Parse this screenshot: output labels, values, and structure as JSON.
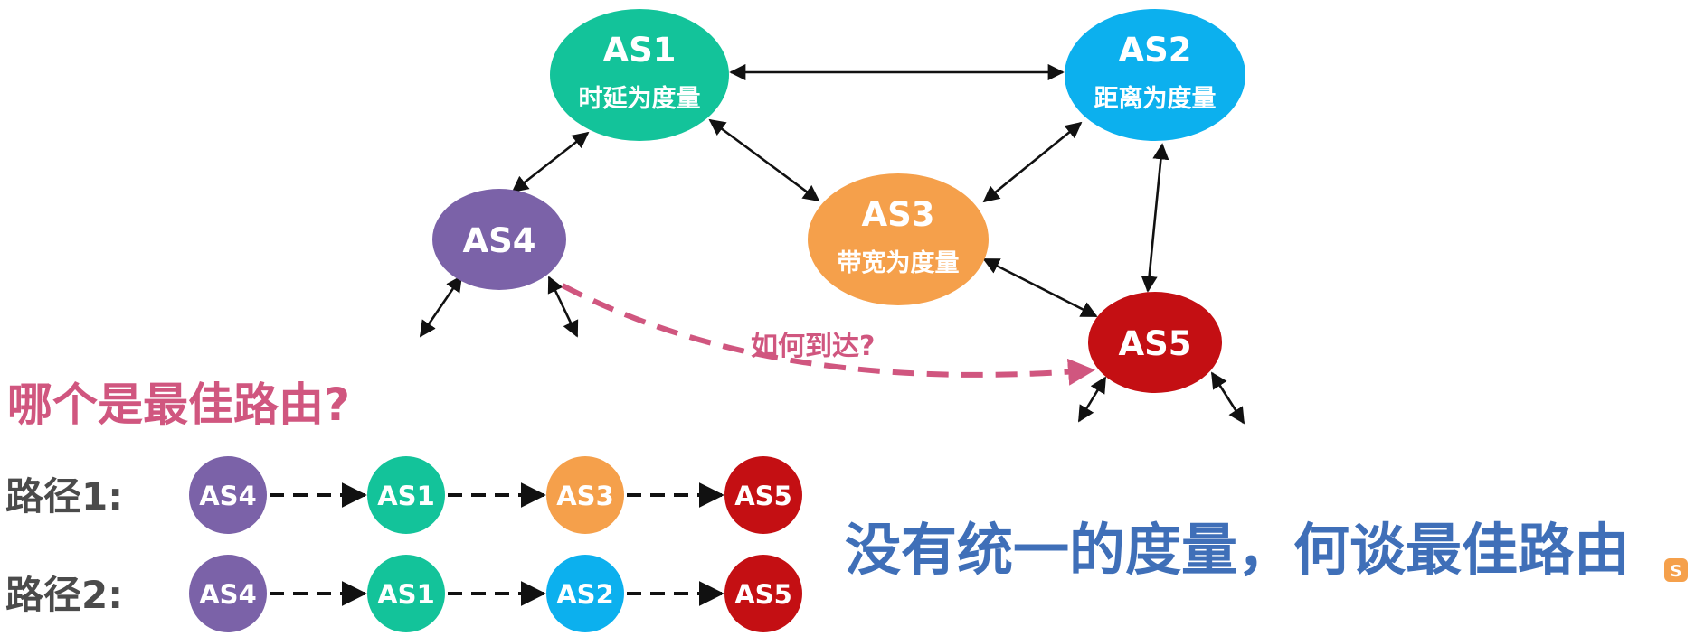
{
  "colors": {
    "as1": "#13c39a",
    "as2": "#0cb0ee",
    "as3": "#f5a04b",
    "as4": "#7b62a8",
    "as5": "#c40f13",
    "question": "#d0567f",
    "conclusion": "#3f6fb8",
    "edge": "#111111"
  },
  "nodes": {
    "as1": {
      "label": "AS1",
      "sub": "时延为度量"
    },
    "as2": {
      "label": "AS2",
      "sub": "距离为度量"
    },
    "as3": {
      "label": "AS3",
      "sub": "带宽为度量"
    },
    "as4": {
      "label": "AS4"
    },
    "as5": {
      "label": "AS5"
    }
  },
  "route_label": "如何到达?",
  "question": "哪个是最佳路由?",
  "paths": [
    {
      "label": "路径1:",
      "hops": [
        "AS4",
        "AS1",
        "AS3",
        "AS5"
      ]
    },
    {
      "label": "路径2:",
      "hops": [
        "AS4",
        "AS1",
        "AS2",
        "AS5"
      ]
    }
  ],
  "conclusion": "没有统一的度量，何谈最佳路由",
  "badge": "S"
}
